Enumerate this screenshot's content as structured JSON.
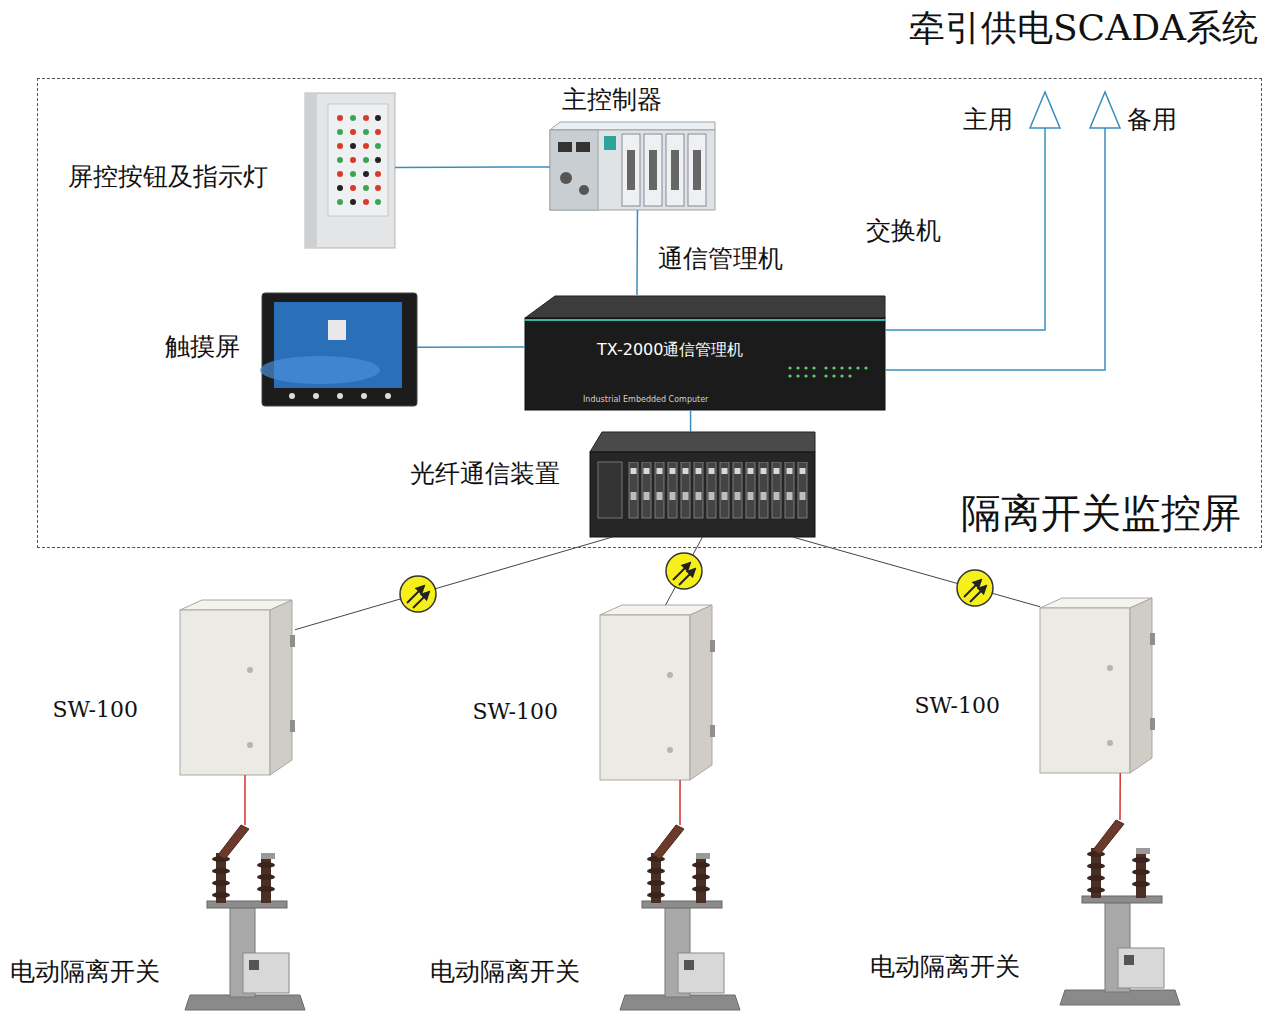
{
  "diagram": {
    "title": "牵引供电SCADA系统",
    "nodes": [
      {
        "text": [
          "隔离开关监控屏"
        ]
      },
      {
        "text": [
          "屏控按钮及指示灯"
        ],
        "in": 0
      },
      {
        "text": [
          "主控制器"
        ],
        "in": 0
      },
      {
        "text": [
          "触摸屏"
        ],
        "in": 0
      },
      {
        "text": [
          "通信管理机",
          "TX-2000通信管理机",
          "Industrial Embedded Computer"
        ],
        "in": 0
      },
      {
        "text": [
          "光纤通信装置"
        ],
        "in": 0
      },
      {
        "text": [
          "SW-100"
        ]
      },
      {
        "text": [
          "SW-100"
        ]
      },
      {
        "text": [
          "SW-100"
        ]
      },
      {
        "text": [
          "电动隔离开关"
        ]
      },
      {
        "text": [
          "电动隔离开关"
        ]
      },
      {
        "text": [
          "电动隔离开关"
        ]
      }
    ],
    "edges": [
      {
        "from": 1,
        "to": 2,
        "arrow": "none"
      },
      {
        "from": 2,
        "to": 4,
        "arrow": "none"
      },
      {
        "from": 3,
        "to": 4,
        "arrow": "none"
      },
      {
        "from": 4,
        "to": 5,
        "arrow": "none"
      },
      {
        "from": 5,
        "to": 6,
        "arrow": "none"
      },
      {
        "from": 5,
        "to": 7,
        "arrow": "none"
      },
      {
        "from": 5,
        "to": 8,
        "arrow": "none"
      },
      {
        "from": 6,
        "to": 9,
        "arrow": "none"
      },
      {
        "from": 7,
        "to": 10,
        "arrow": "none"
      },
      {
        "from": 8,
        "to": 11,
        "arrow": "none"
      }
    ],
    "labels": [
      "交换机",
      "主用",
      "备用"
    ]
  }
}
